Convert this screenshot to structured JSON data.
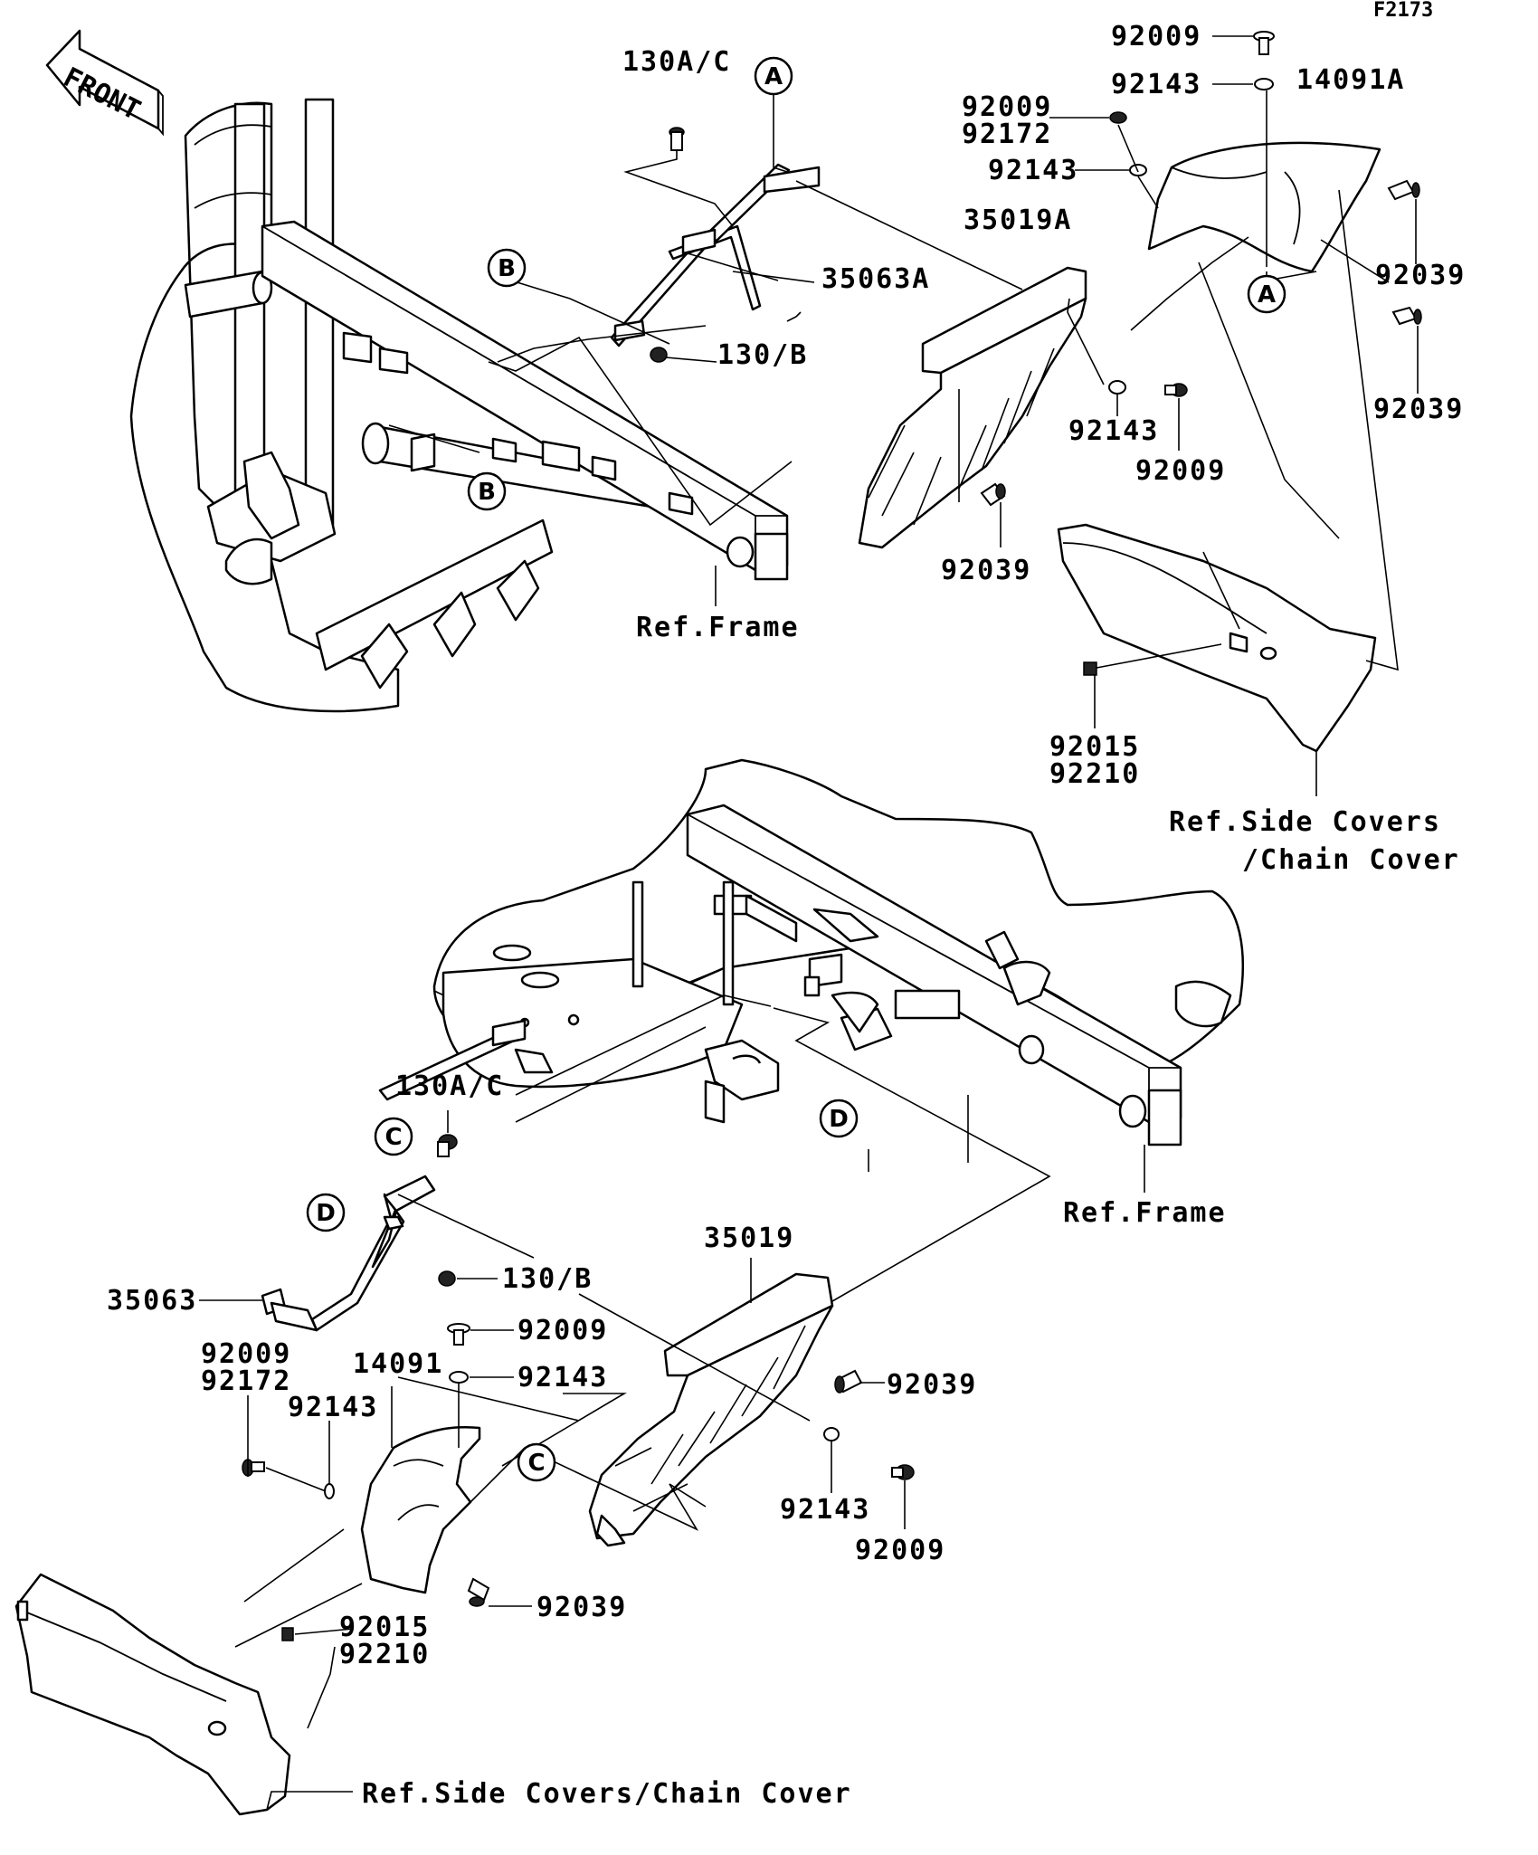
{
  "figure_code": "F2173",
  "front_arrow_label": "FRONT",
  "labels": {
    "p_130ac_top": "130A/C",
    "p_35063a": "35063A",
    "p_130b_top": "130/B",
    "p_92009_a": "92009",
    "p_92143_a": "92143",
    "p_14091a": "14091A",
    "p_92009_b": "92009",
    "p_92172_b": "92172",
    "p_92143_b": "92143",
    "p_35019a": "35019A",
    "p_92039_a": "92039",
    "p_92039_b": "92039",
    "p_92143_c": "92143",
    "p_92009_c": "92009",
    "p_92039_c": "92039",
    "ref_frame_top": "Ref.Frame",
    "p_92015_a": "92015",
    "p_92210_a": "92210",
    "ref_side_top_1": "Ref.Side Covers",
    "ref_side_top_2": "/Chain Cover",
    "p_130ac_bot": "130A/C",
    "ref_frame_bot": "Ref.Frame",
    "p_35019": "35019",
    "p_130b_bot": "130/B",
    "p_35063": "35063",
    "p_92009_d": "92009",
    "p_92143_d": "92143",
    "p_14091": "14091",
    "p_92009_e": "92009",
    "p_92172_e": "92172",
    "p_92143_e": "92143",
    "p_92039_d": "92039",
    "p_92143_f": "92143",
    "p_92009_f": "92009",
    "p_92039_e": "92039",
    "p_92015_b": "92015",
    "p_92210_b": "92210",
    "ref_side_bot": "Ref.Side Covers/Chain Cover"
  },
  "callouts": {
    "a1": "A",
    "a2": "A",
    "b1": "B",
    "b2": "B",
    "c1": "C",
    "c2": "C",
    "d1": "D",
    "d2": "D"
  }
}
